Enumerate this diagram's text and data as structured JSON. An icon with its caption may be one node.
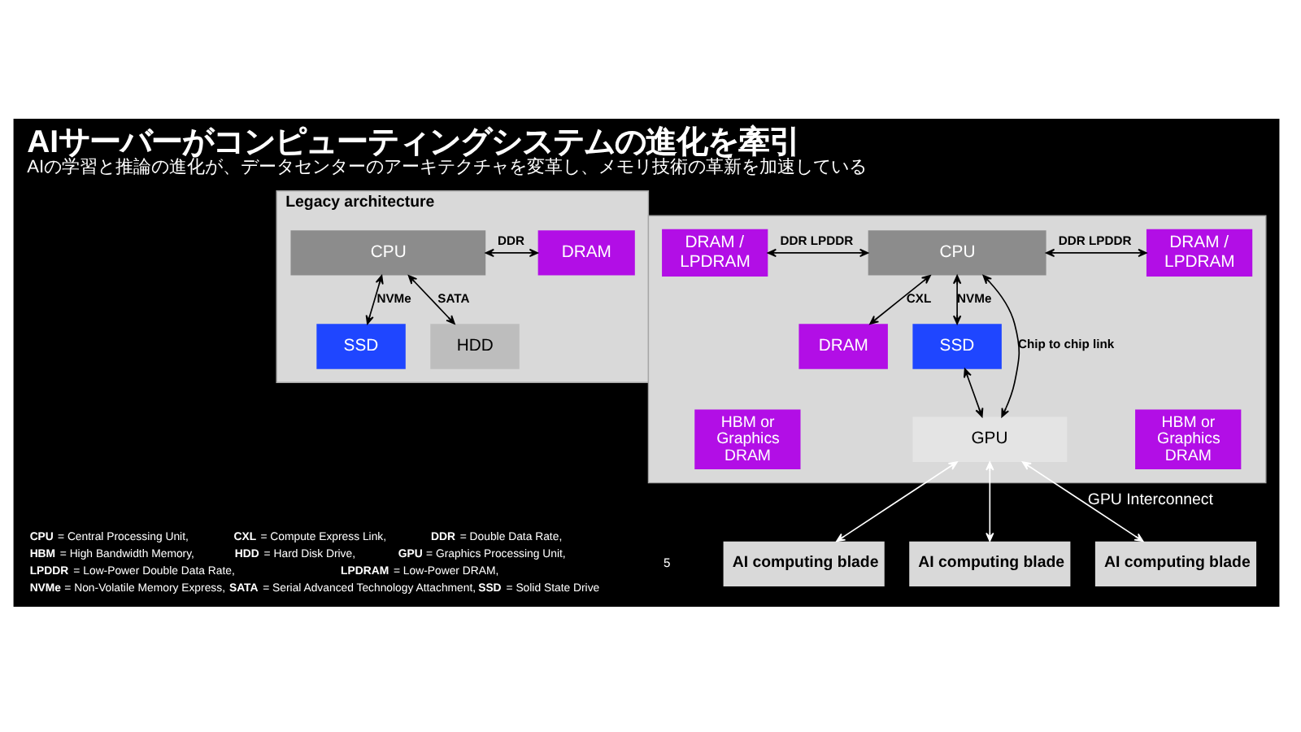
{
  "diagram": {
    "title": "AIサーバーがコンピューティングシステムの進化を牽引",
    "caption": "AIの学習と推論の進化が、データセンターのアーキテクチャを変革し、メモリ技術の革新を加速している",
    "nodes": [
      {
        "text": [
          "Legacy architecture"
        ]
      },
      {
        "text": [
          "CPU"
        ],
        "in": 0
      },
      {
        "text": [
          "DRAM"
        ],
        "in": 0
      },
      {
        "text": [
          "SSD"
        ],
        "in": 0
      },
      {
        "text": [
          "HDD"
        ],
        "in": 0
      },
      {
        "text": [
          "AI computing blade"
        ]
      },
      {
        "text": [
          "AI computing blade"
        ]
      },
      {
        "text": [
          "AI computing blade"
        ]
      },
      {
        "text": [],
        "shape": "box"
      },
      {
        "text": [
          "DRAM / LPDRAM"
        ],
        "in": 8
      },
      {
        "text": [
          "CPU"
        ],
        "in": 8
      },
      {
        "text": [
          "DRAM / LPDRAM"
        ],
        "in": 8
      },
      {
        "text": [
          "DRAM"
        ],
        "in": 8
      },
      {
        "text": [
          "SSD"
        ],
        "in": 8
      },
      {
        "text": [
          "HBM or Graphics DRAM"
        ],
        "in": 8
      },
      {
        "text": [
          "GPU"
        ],
        "in": 8
      },
      {
        "text": [
          "HBM or Graphics DRAM"
        ],
        "in": 8
      }
    ],
    "edges": [
      {
        "from": 1,
        "to": 2,
        "arrow": "both",
        "label": "DDR"
      },
      {
        "from": 1,
        "to": 3,
        "arrow": "both",
        "label": "NVMe"
      },
      {
        "from": 1,
        "to": 4,
        "arrow": "both",
        "label": "SATA"
      },
      {
        "from": 9,
        "to": 10,
        "arrow": "both",
        "label": "DDR LPDDR"
      },
      {
        "from": 10,
        "to": 11,
        "arrow": "both",
        "label": "DDR LPDDR"
      },
      {
        "from": 10,
        "to": 15,
        "arrow": "both",
        "label": "Chip to chip link"
      },
      {
        "from": 10,
        "to": 12,
        "arrow": "both",
        "label": "CXL"
      },
      {
        "from": 10,
        "to": 13,
        "arrow": "both",
        "label": "NVMe"
      },
      {
        "from": 13,
        "to": 15,
        "arrow": "both"
      },
      {
        "from": 15,
        "to": 7,
        "arrow": "both",
        "color": "#ffffff",
        "label": "GPU Interconnect"
      },
      {
        "from": 15,
        "to": 6,
        "arrow": "both",
        "color": "#ffffff"
      },
      {
        "from": 15,
        "to": 5,
        "arrow": "both",
        "color": "#ffffff"
      }
    ],
    "labels": [
      "**CPU** = Central Processing Unit, **CXL** = Compute Express Link, **DDR** = Double Data Rate, **HBM** = High Bandwidth Memory, **HDD** = Hard Disk Drive, **GPU** = Graphics Processing Unit, **LPDDR** = Low-Power Double Data Rate, **LPDRAM** = Low-Power DRAM, **NVMe** = Non-Volatile Memory Express, **SATA** = Serial Advanced Technology Attachment, **SSD** = Solid State Drive",
      "5"
    ]
  }
}
